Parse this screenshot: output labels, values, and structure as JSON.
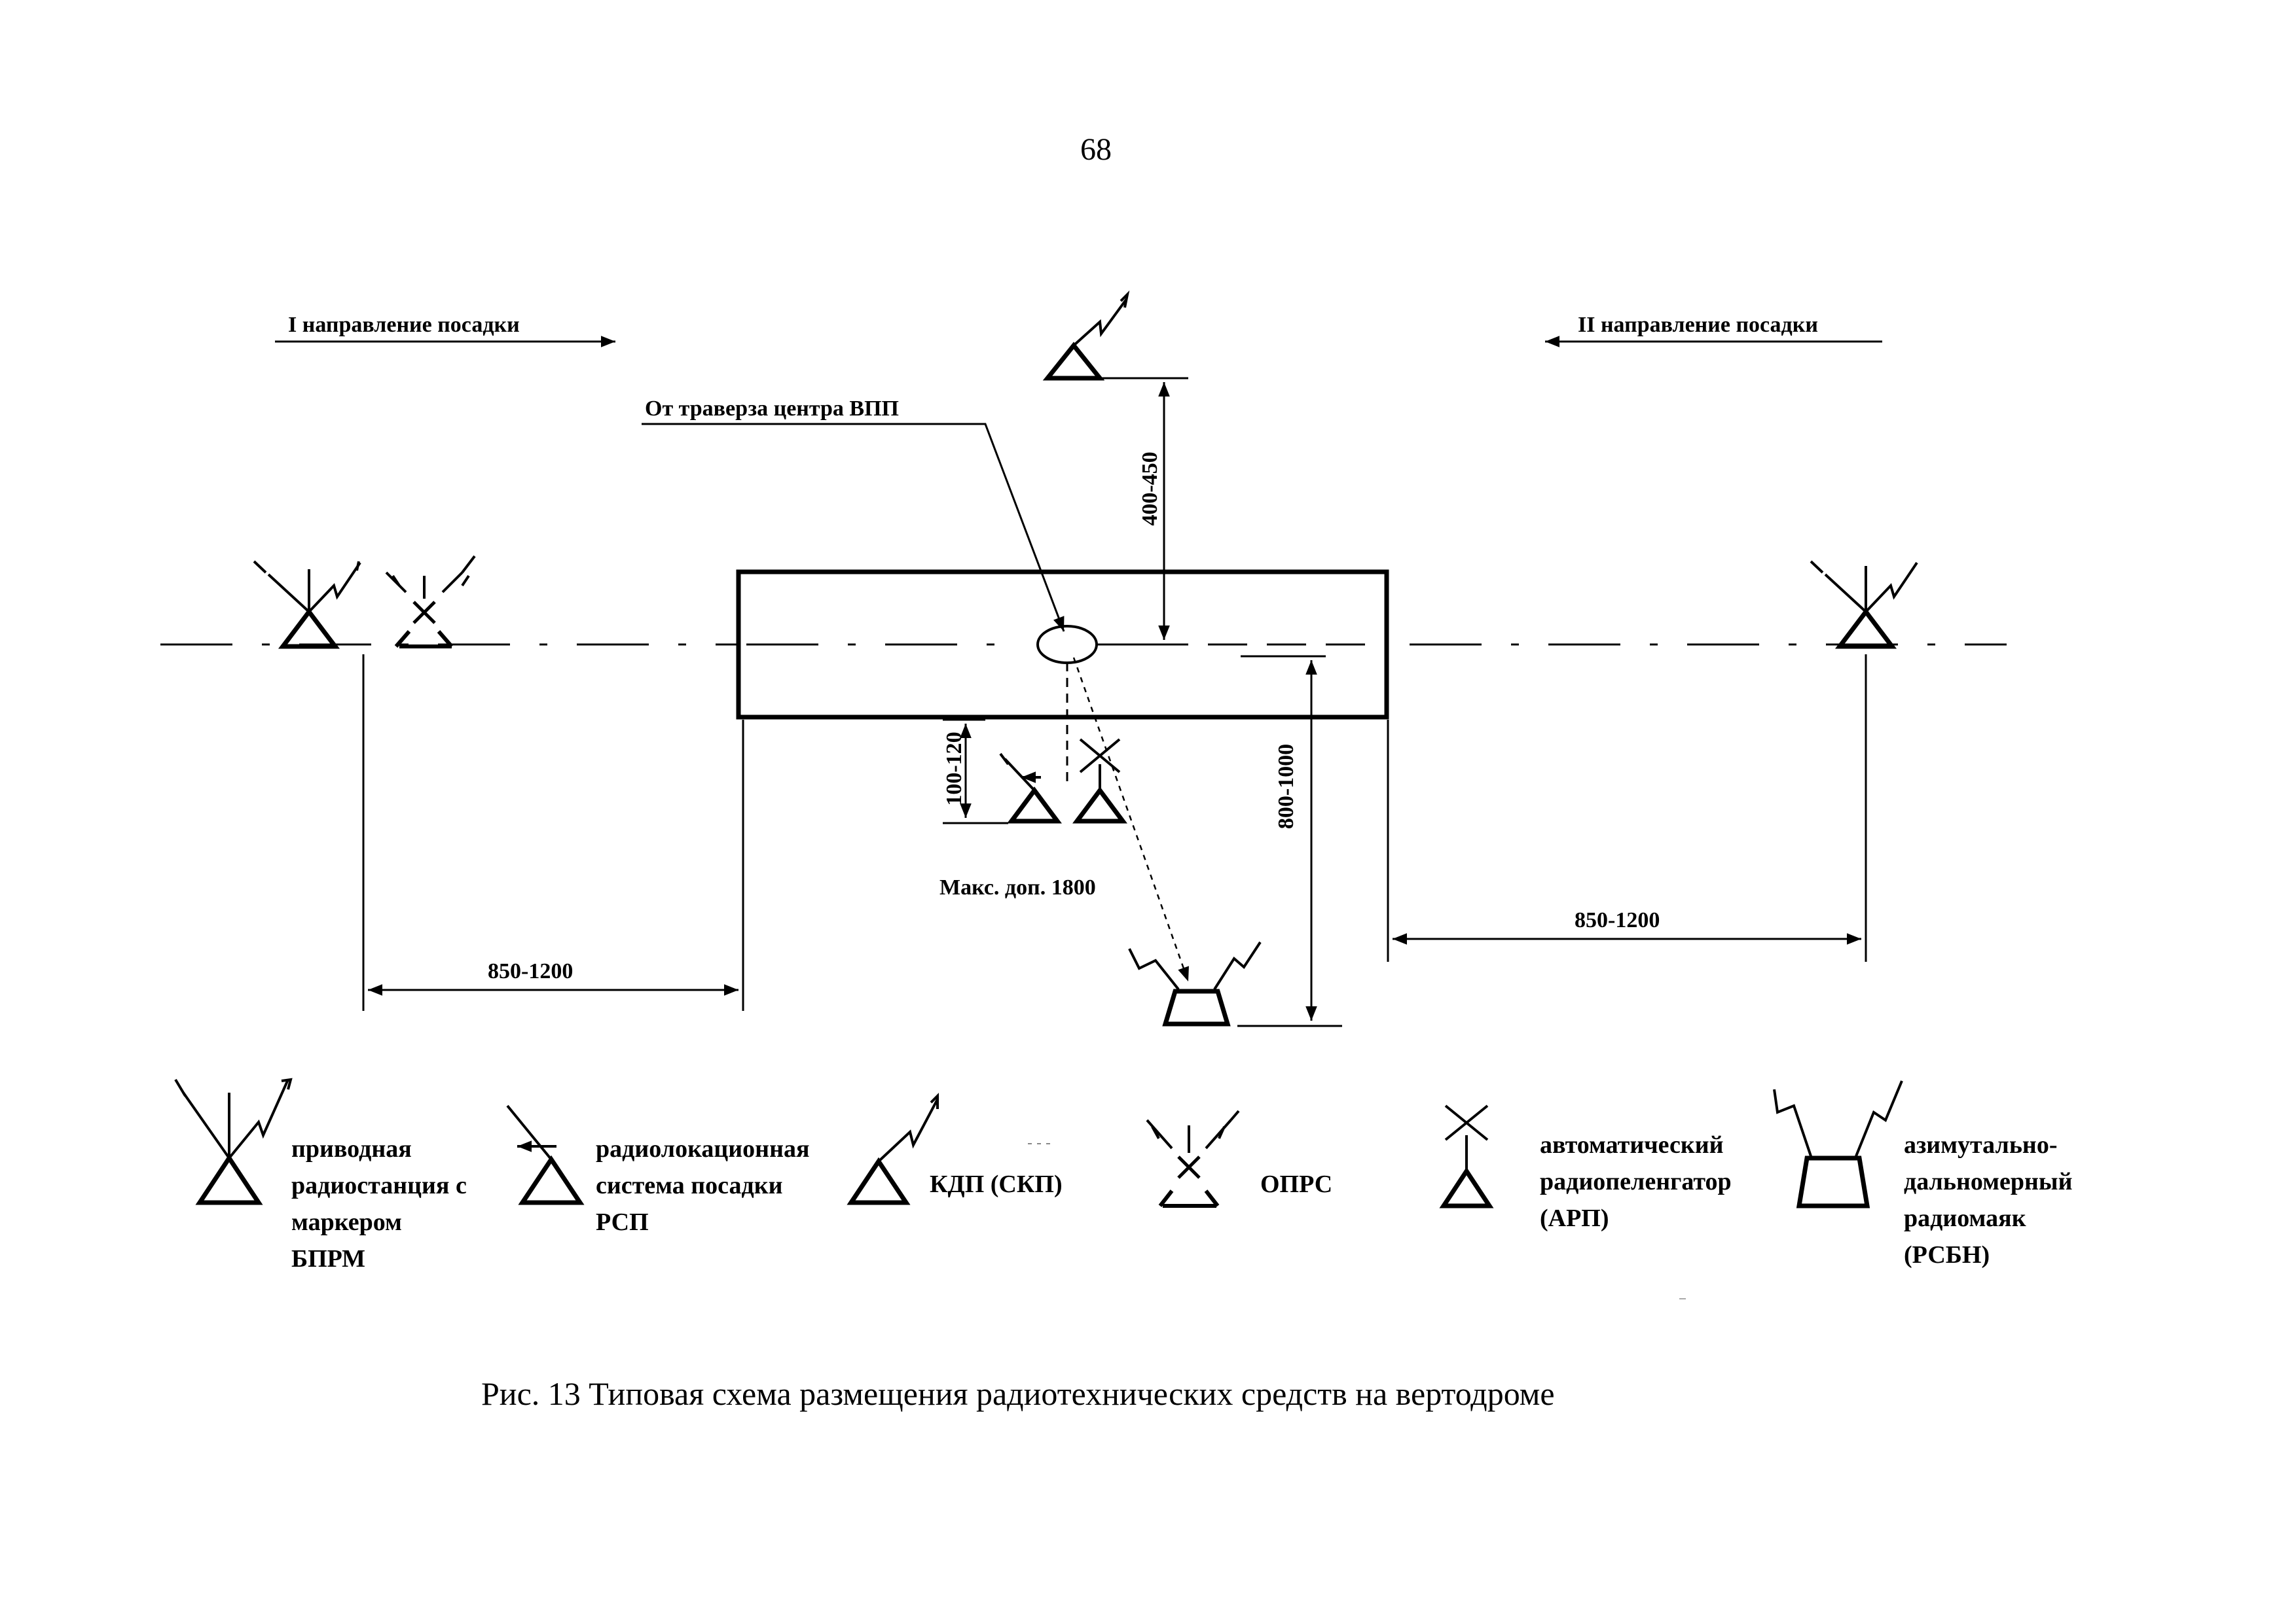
{
  "page_number": "68",
  "directions": {
    "dir1": "I направление посадки",
    "dir2": "II направление посадки"
  },
  "annotations": {
    "traverse": "От траверза центра ВПП",
    "max_dist": "Макс. доп. 1800"
  },
  "dimensions": {
    "d_400_450": "400-450",
    "d_100_120": "100-120",
    "d_800_1000": "800-1000",
    "d_850_1200_left": "850-1200",
    "d_850_1200_right": "850-1200"
  },
  "legend": {
    "ndb": [
      "приводная",
      "радиостанция с",
      "маркером",
      "БПРМ"
    ],
    "rsp": [
      "радиолокационная",
      "система посадки",
      "РСП"
    ],
    "kdp": "КДП (СКП)",
    "oprs": "ОПРС",
    "arp": [
      "автоматический",
      "радиопеленгатор",
      "(АРП)"
    ],
    "rsbn": [
      "азимутально-",
      "дальномерный",
      "радиомаяк",
      "(РСБН)"
    ]
  },
  "caption": "Рис. 13 Типовая схема размещения радиотехнических средств на вертодроме"
}
